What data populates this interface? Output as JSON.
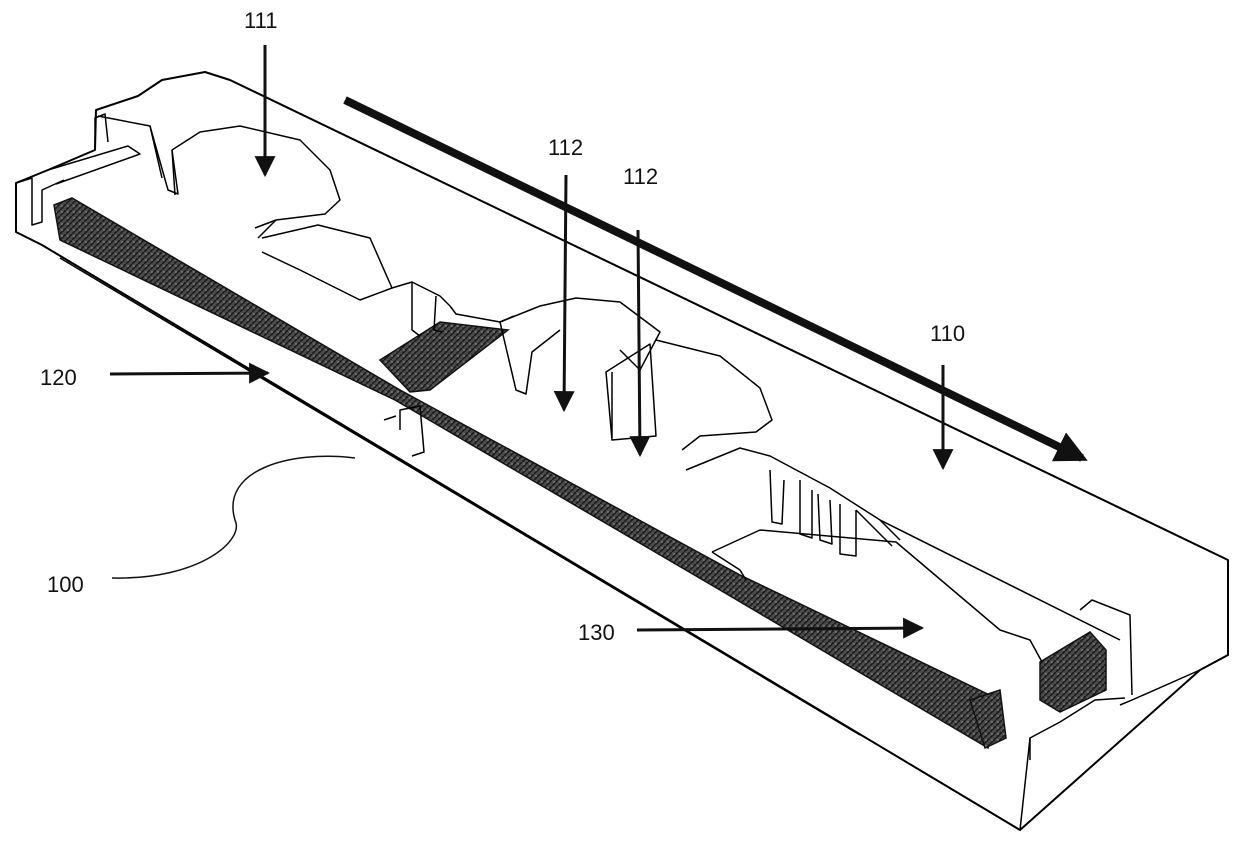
{
  "labels": {
    "l111": "111",
    "l112a": "112",
    "l112b": "112",
    "l110": "110",
    "l120": "120",
    "l100": "100",
    "l130": "130"
  }
}
